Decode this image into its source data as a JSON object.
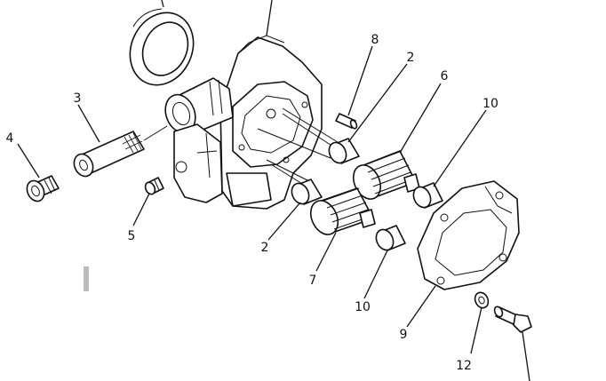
{
  "figure": {
    "background": "#ffffff",
    "line_color": "#111111",
    "callouts": {
      "c1": "8",
      "c2": "2",
      "c3": "6",
      "c4": "10",
      "c5": "3",
      "c6": "4",
      "c7": "5",
      "c8": "2",
      "c9": "7",
      "c10": "10",
      "c11": "9",
      "c12": "12"
    }
  }
}
